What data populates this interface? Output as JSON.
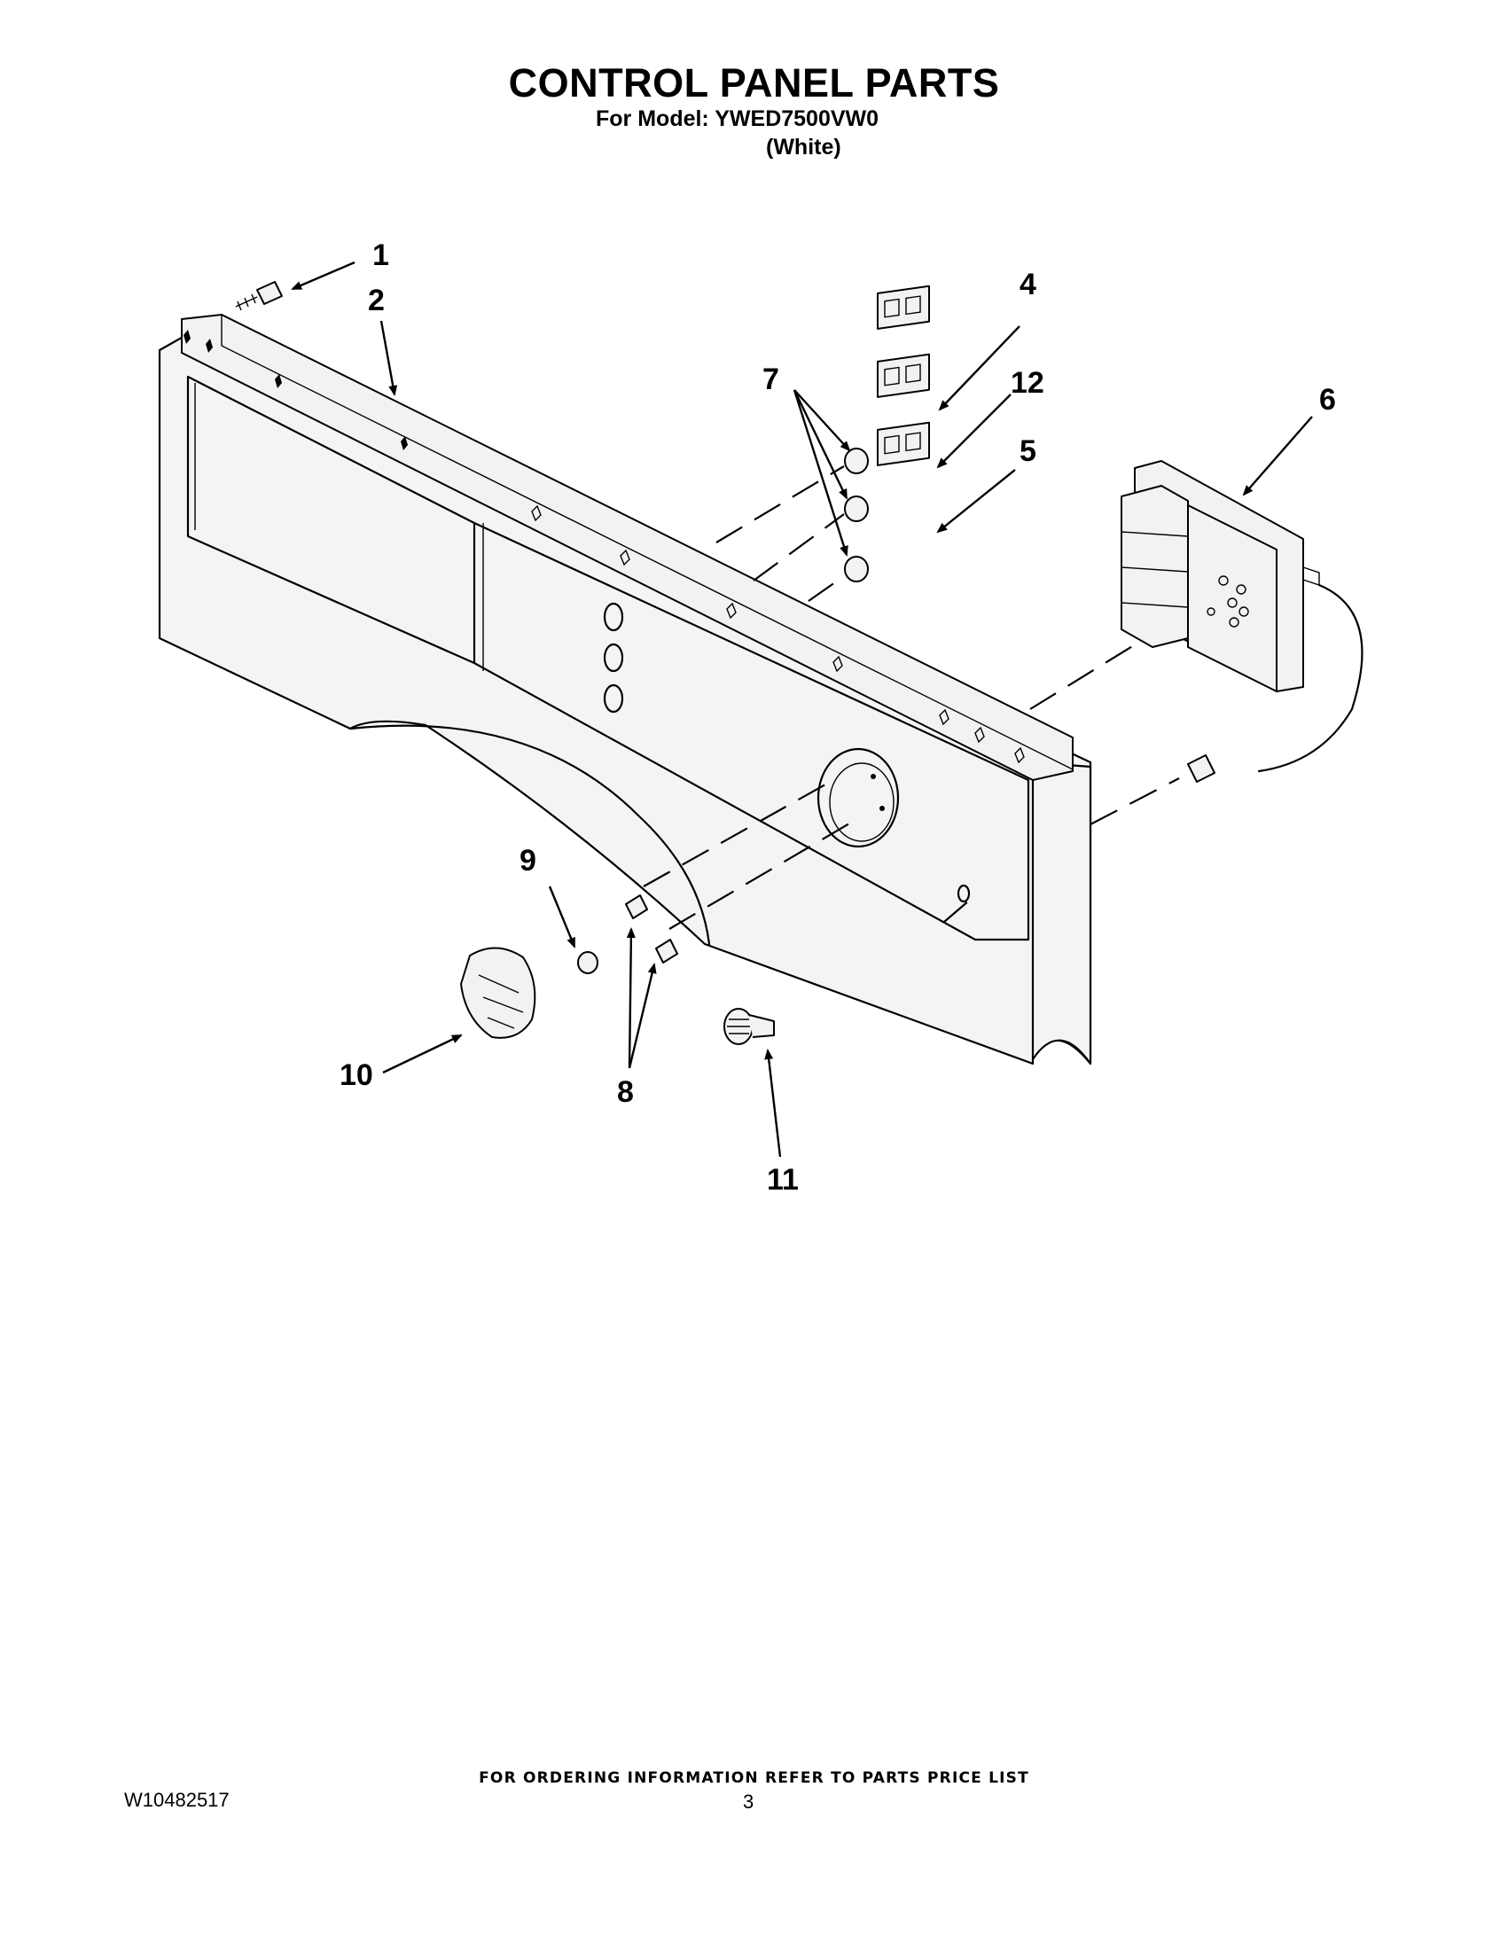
{
  "header": {
    "title": "CONTROL PANEL PARTS",
    "model_line": "For Model: YWED7500VW0",
    "color_line": "(White)"
  },
  "callouts": [
    "1",
    "2",
    "4",
    "12",
    "5",
    "7",
    "6",
    "9",
    "8",
    "10",
    "11"
  ],
  "footer": {
    "ordering_note": "FOR ORDERING INFORMATION REFER TO PARTS PRICE LIST",
    "doc_number": "W10482517",
    "page_number": "3"
  }
}
